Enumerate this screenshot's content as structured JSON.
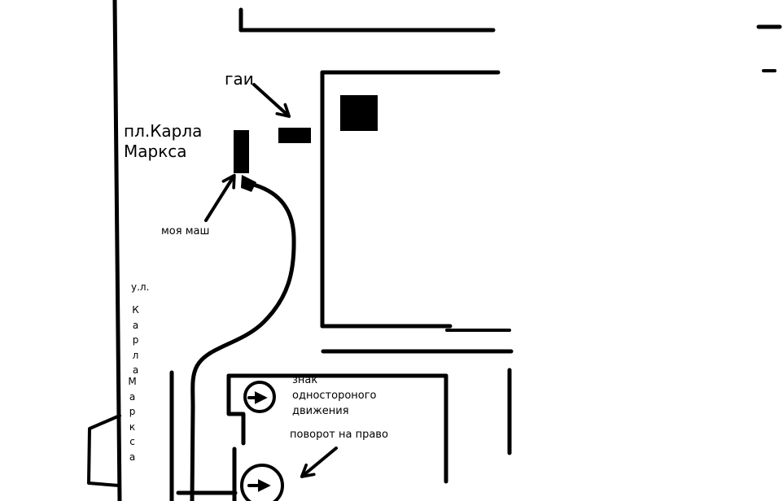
{
  "colors": {
    "ink": "#000000",
    "background": "#ffffff"
  },
  "labels": {
    "gai": "гаи",
    "square": "пл.Карла\nМаркса",
    "my_car": "моя маш",
    "street_prefix": "у.л.",
    "street_word1": "Карла",
    "street_word2": "Маркса",
    "one_way_sign": "знак\nодностороного\nдвижения",
    "turn_right": "поворот на право"
  },
  "icons": {
    "one_way_sign": "circle-right-arrow-icon",
    "bottom_sign": "circle-right-arrow-icon"
  }
}
